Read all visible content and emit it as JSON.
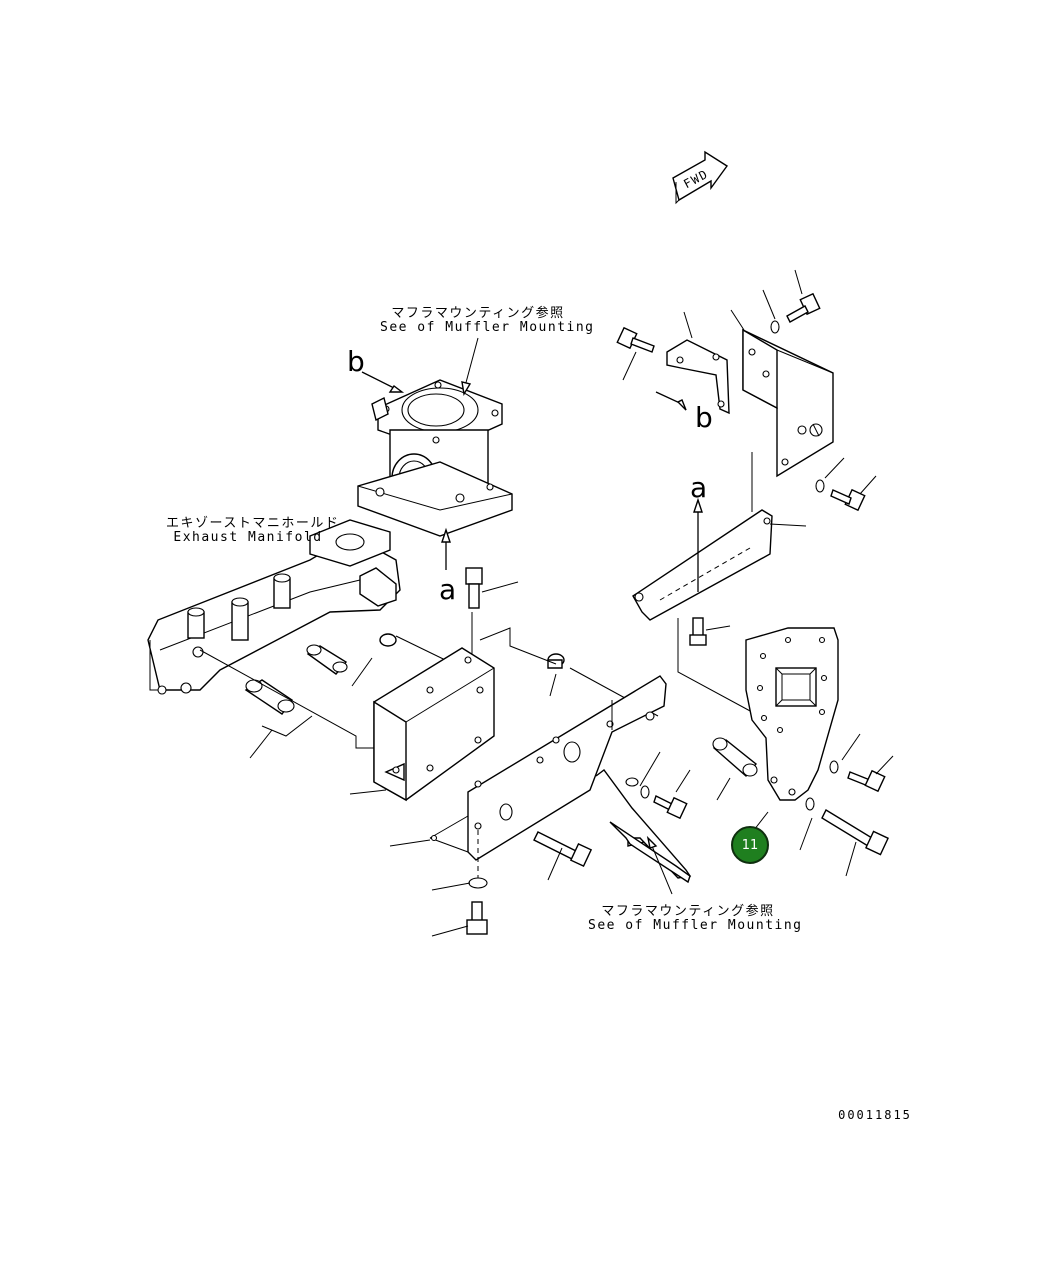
{
  "labels": {
    "muffler_top_jp": "マフラマウンティング参照",
    "muffler_top_en": "See of Muffler Mounting",
    "manifold_jp": "エキゾーストマニホールド",
    "manifold_en": "Exhaust Manifold",
    "muffler_bottom_jp": "マフラマウンティング参照",
    "muffler_bottom_en": "See of Muffler Mounting",
    "fwd": "FWD",
    "ref_b_left": "b",
    "ref_b_right": "b",
    "ref_a_left": "a",
    "ref_a_right": "a",
    "drawing_number": "00011815"
  },
  "callouts": [
    {
      "number": "11",
      "color": "#1f7f1f"
    }
  ]
}
